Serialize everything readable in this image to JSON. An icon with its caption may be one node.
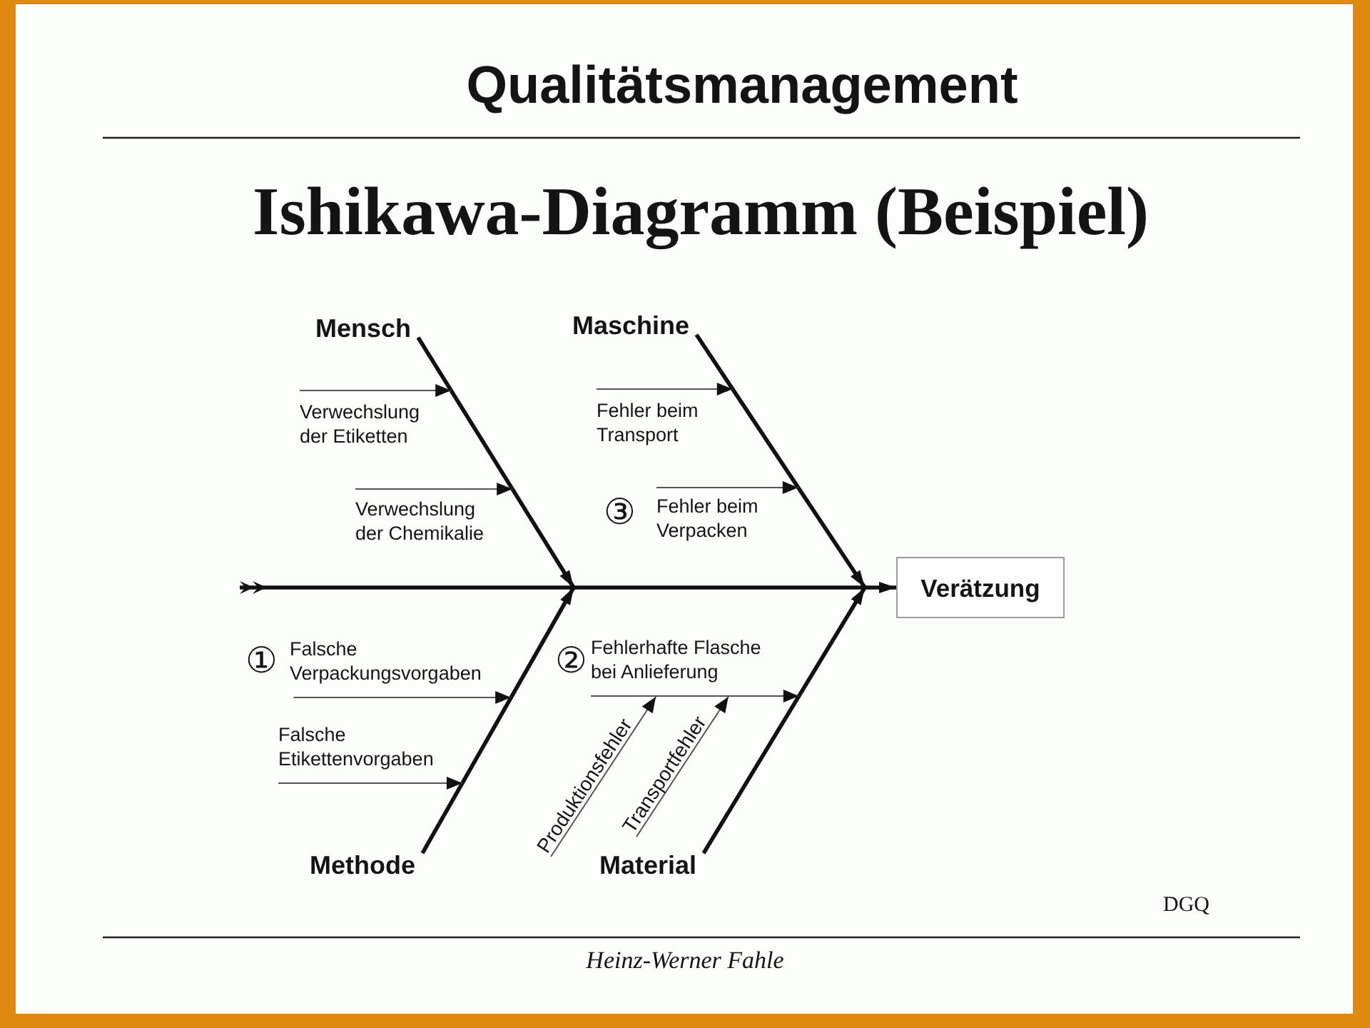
{
  "diagram": {
    "title": "Ishikawa-Diagramm (Beispiel)",
    "nodes": [
      {
        "text": [
          "Mensch"
        ]
      },
      {
        "text": [
          "Maschine"
        ]
      },
      {
        "text": [
          "Verwechslung der Etiketten"
        ]
      },
      {
        "text": [
          "Fehler beim Transport"
        ]
      },
      {
        "text": [
          "Verwechslung der Chemikalie"
        ]
      },
      {
        "text": [
          "Fehler beim Verpacken"
        ],
        "beside": [
          "③"
        ]
      },
      {
        "text": [
          "Verätzung"
        ]
      },
      {
        "text": [
          "Falsche Verpackungsvorgaben"
        ],
        "beside": [
          "①"
        ]
      },
      {
        "text": [
          "Fehlerhafte Flasche bei Anlieferung"
        ],
        "beside": [
          "②"
        ]
      },
      {
        "text": [
          "Falsche Etikettenvorgaben"
        ]
      },
      {
        "text": [
          "Produktionsfehler"
        ]
      },
      {
        "text": [
          "Transportfehler"
        ]
      },
      {
        "text": [
          "Methode"
        ]
      },
      {
        "text": [
          "Material"
        ]
      }
    ],
    "edges": [
      {
        "from": 0,
        "to": 6,
        "arrow": "to",
        "style": "thick"
      },
      {
        "from": 1,
        "to": 6,
        "arrow": "to",
        "style": "thick"
      },
      {
        "from": 12,
        "to": 6,
        "arrow": "to",
        "style": "thick"
      },
      {
        "from": 13,
        "to": 6,
        "arrow": "to",
        "style": "thick"
      },
      {
        "from": null,
        "to": 6,
        "arrow": "to",
        "style": "thick"
      },
      {
        "from": 2,
        "to": null,
        "arrow": "to"
      },
      {
        "from": 3,
        "to": null,
        "arrow": "to"
      },
      {
        "from": 4,
        "to": null,
        "arrow": "to"
      },
      {
        "from": 5,
        "to": null,
        "arrow": "to"
      },
      {
        "from": 7,
        "to": null,
        "arrow": "to"
      },
      {
        "from": 8,
        "to": null,
        "arrow": "to"
      },
      {
        "from": 9,
        "to": null,
        "arrow": "to"
      },
      {
        "from": 10,
        "to": 8,
        "arrow": "to"
      },
      {
        "from": 11,
        "to": 8,
        "arrow": "to"
      }
    ],
    "labels": [
      "Qualitätsmanagement",
      "DGQ",
      "Heinz-Werner Fahle"
    ]
  }
}
